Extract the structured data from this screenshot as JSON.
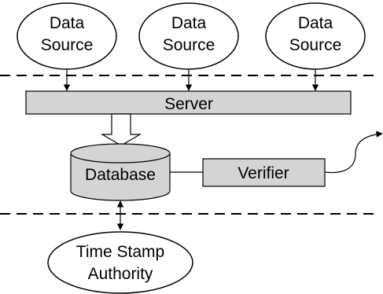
{
  "data_sources": [
    {
      "line1": "Data",
      "line2": "Source"
    },
    {
      "line1": "Data",
      "line2": "Source"
    },
    {
      "line1": "Data",
      "line2": "Source"
    }
  ],
  "server": {
    "label": "Server"
  },
  "database": {
    "label": "Database"
  },
  "verifier": {
    "label": "Verifier"
  },
  "tsa": {
    "line1": "Time Stamp",
    "line2": "Authority"
  },
  "colors": {
    "box_fill": "#d4d4d4",
    "stroke": "#000000",
    "background": "#ffffff"
  }
}
